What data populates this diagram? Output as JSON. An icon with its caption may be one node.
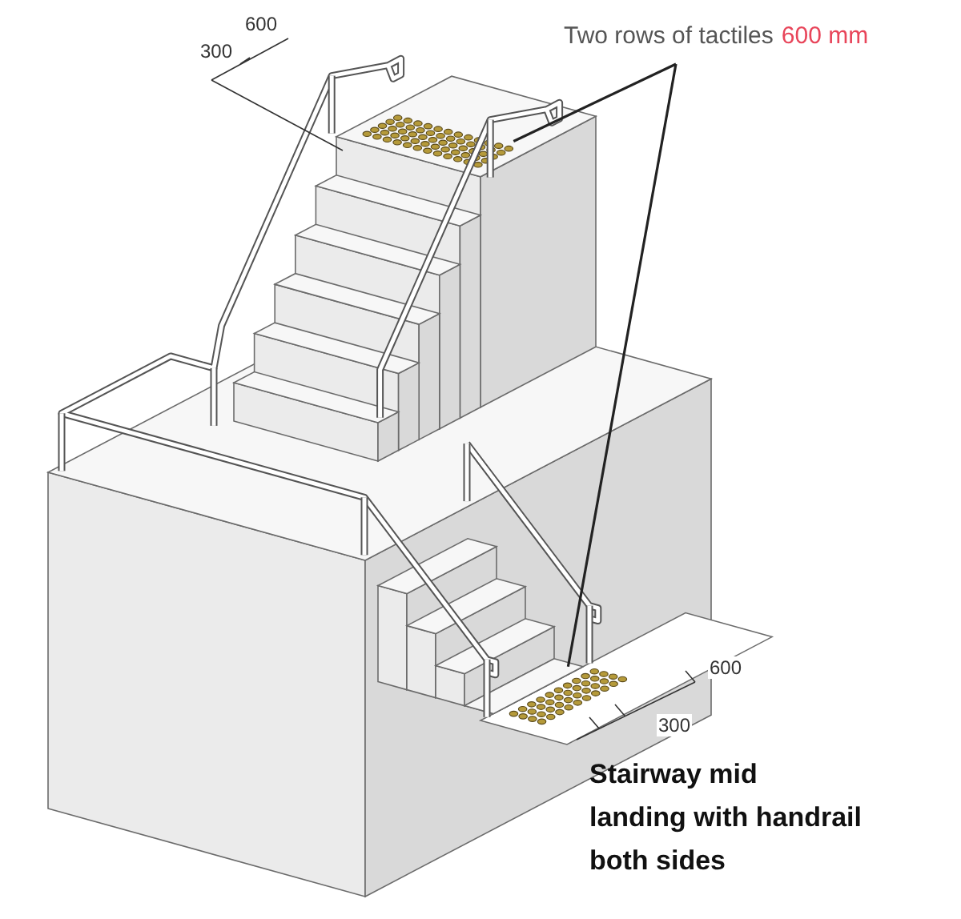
{
  "diagram": {
    "caption": "Stairway mid landing with handrail both sides",
    "nodes": [
      {
        "text": [
          "Two rows of tactiles",
          "600 mm"
        ]
      },
      {
        "text": [],
        "shape": "picture"
      },
      {
        "text": [],
        "shape": "picture"
      }
    ],
    "edges": [
      {
        "from": 0,
        "to": 1,
        "arrow": "none"
      },
      {
        "from": 0,
        "to": 2,
        "arrow": "none"
      }
    ],
    "labels": [
      "600",
      "300",
      "600",
      "300"
    ]
  }
}
